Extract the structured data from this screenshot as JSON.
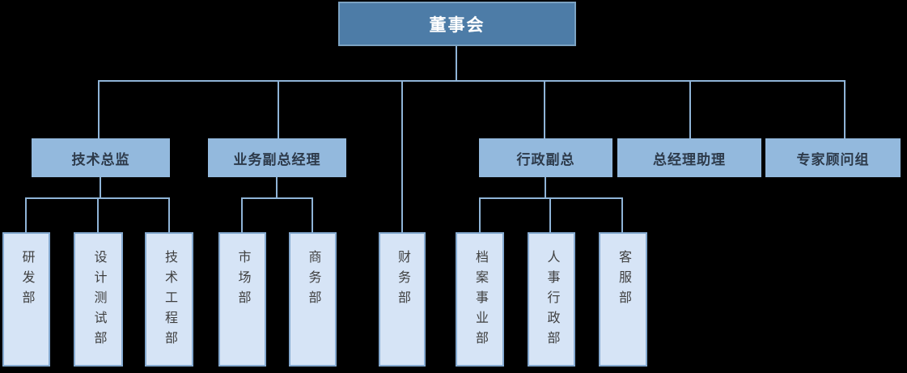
{
  "org_chart": {
    "type": "org-tree",
    "root": {
      "label": "董事会",
      "direct_children": [
        "技术总监",
        "业务副总经理",
        "财务部",
        "行政副总",
        "总经理助理",
        "专家顾问组"
      ]
    },
    "level2": [
      {
        "label": "技术总监",
        "children": [
          "研发部",
          "设计测试部",
          "技术工程部"
        ]
      },
      {
        "label": "业务副总经理",
        "children": [
          "市场部",
          "商务部"
        ]
      },
      {
        "label": "行政副总",
        "children": [
          "档案事业部",
          "人事行政部",
          "客服部"
        ]
      },
      {
        "label": "总经理助理",
        "children": []
      },
      {
        "label": "专家顾问组",
        "children": []
      }
    ],
    "level3": [
      {
        "label": "研发部",
        "parent": "技术总监"
      },
      {
        "label": "设计测试部",
        "parent": "技术总监"
      },
      {
        "label": "技术工程部",
        "parent": "技术总监"
      },
      {
        "label": "市场部",
        "parent": "业务副总经理"
      },
      {
        "label": "商务部",
        "parent": "业务副总经理"
      },
      {
        "label": "财务部",
        "parent": "董事会"
      },
      {
        "label": "档案事业部",
        "parent": "行政副总"
      },
      {
        "label": "人事行政部",
        "parent": "行政副总"
      },
      {
        "label": "客服部",
        "parent": "行政副总"
      }
    ],
    "colors": {
      "background": "#000000",
      "root_fill": "#4d7ca7",
      "root_border": "#7ba2c2",
      "root_text": "#ffffff",
      "level2_fill": "#93b9dd",
      "level2_text": "#2d3a4a",
      "level3_fill": "#d6e4f6",
      "level3_border": "#84a9d0",
      "level3_text": "#3f3f3f",
      "connector": "#8fb4d7"
    }
  }
}
